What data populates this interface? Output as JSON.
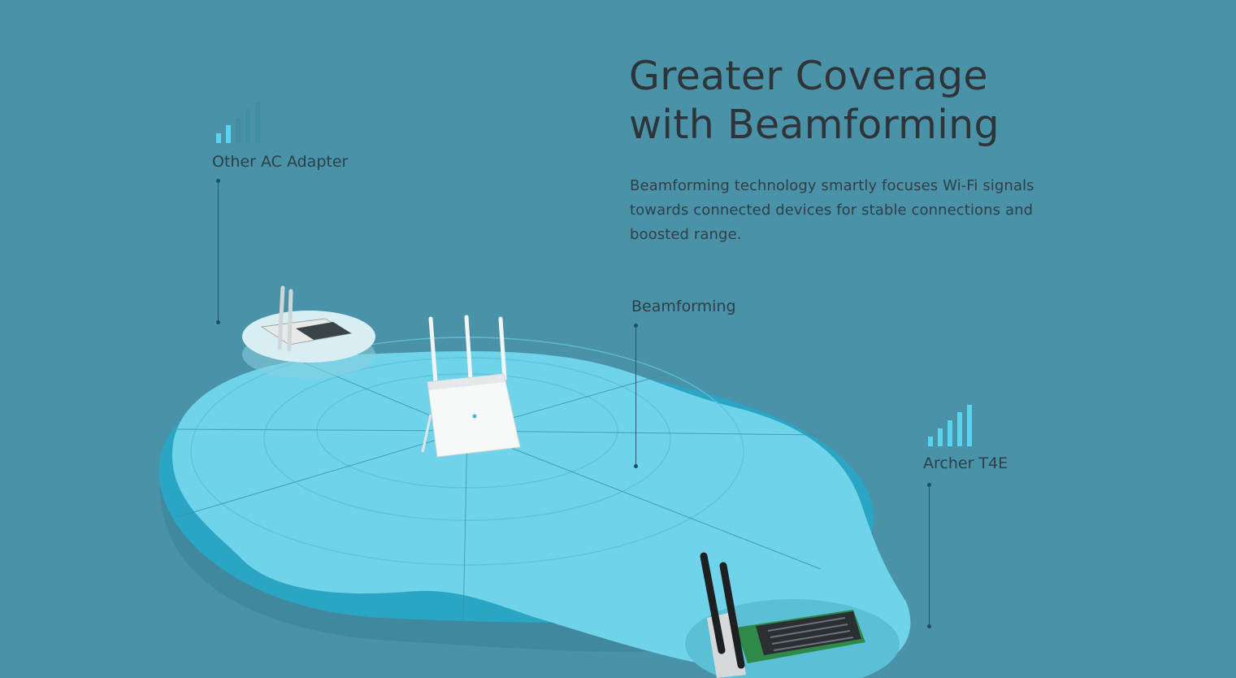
{
  "heading": {
    "line1": "Greater Coverage",
    "line2": "with Beamforming"
  },
  "description": "Beamforming technology smartly focuses Wi-Fi signals towards connected devices for stable connections and boosted range.",
  "labels": {
    "other_adapter": "Other AC Adapter",
    "beamforming": "Beamforming",
    "archer": "Archer T4E"
  },
  "signal": {
    "other_adapter_strength": 2,
    "archer_strength": 5,
    "max_bars": 5,
    "active_color": "#57d4ef",
    "inactive_color": "#3f8ea3"
  },
  "colors": {
    "background": "#4a92a8",
    "coverage_light": "#6fd3ea",
    "coverage_dark": "#2aa5c4"
  }
}
